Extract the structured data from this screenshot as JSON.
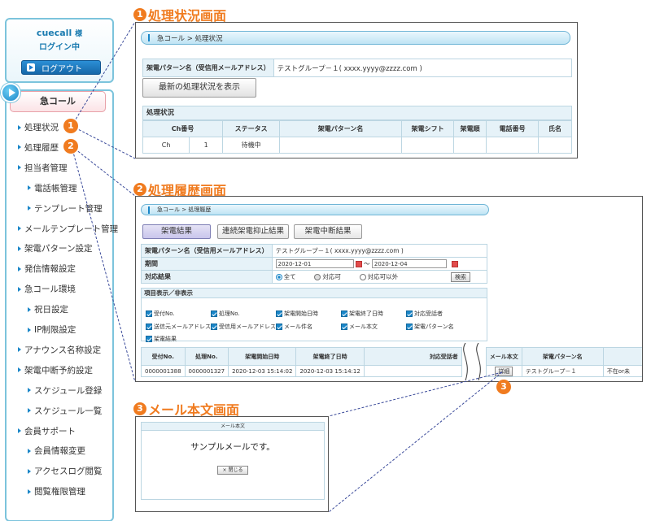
{
  "sidebar": {
    "user_name": "cuecall",
    "user_suffix": "様",
    "login_status": "ログイン中",
    "logout_label": "ログアウト",
    "menu_header": "急コール",
    "items": [
      {
        "label": "処理状況",
        "level": 0
      },
      {
        "label": "処理履歴",
        "level": 0
      },
      {
        "label": "担当者管理",
        "level": 0
      },
      {
        "label": "電話帳管理",
        "level": 1
      },
      {
        "label": "テンプレート管理",
        "level": 1
      },
      {
        "label": "メールテンプレート管理",
        "level": 0
      },
      {
        "label": "架電パターン設定",
        "level": 0
      },
      {
        "label": "発信情報設定",
        "level": 0
      },
      {
        "label": "急コール環境",
        "level": 0
      },
      {
        "label": "祝日設定",
        "level": 1
      },
      {
        "label": "IP制限設定",
        "level": 1
      },
      {
        "label": "アナウンス名称設定",
        "level": 0
      },
      {
        "label": "架電中断予約設定",
        "level": 0
      },
      {
        "label": "スケジュール登録",
        "level": 1
      },
      {
        "label": "スケジュール一覧",
        "level": 1
      },
      {
        "label": "会員サポート",
        "level": 0
      },
      {
        "label": "会員情報変更",
        "level": 1
      },
      {
        "label": "アクセスログ閲覧",
        "level": 1
      },
      {
        "label": "閲覧権限管理",
        "level": 1
      }
    ]
  },
  "badges": {
    "b1": "1",
    "b2": "2",
    "b3": "3"
  },
  "sections": {
    "s1": {
      "num": "1",
      "title": "処理状況画面"
    },
    "s2": {
      "num": "2",
      "title": "処理履歴画面"
    },
    "s3": {
      "num": "3",
      "title": "メール本文画面"
    }
  },
  "screen1": {
    "breadcrumb": "急コール > 処理状況",
    "pattern_label": "架電パターン名（受信用メールアドレス）",
    "pattern_value": "テストグループ－１( xxxx.yyyy@zzzz.com )",
    "refresh_button": "最新の処理状況を表示",
    "status_section": "処理状況",
    "columns": [
      "Ch番号",
      "ステータス",
      "架電パターン名",
      "架電シフト",
      "架電順",
      "電話番号",
      "氏名"
    ],
    "row": {
      "ch": "Ch",
      "num": "1",
      "status": "待機中"
    }
  },
  "screen2": {
    "breadcrumb": "急コール > 処理履歴",
    "tabs": [
      "架電結果",
      "連続架電抑止結果",
      "架電中断結果"
    ],
    "pattern_label": "架電パターン名（受信用メールアドレス）",
    "pattern_value": "テストグループ－１( xxxx.yyyy@zzzz.com )",
    "period_label": "期間",
    "date_from": "2020-12-01",
    "date_sep": "～",
    "date_to": "2020-12-04",
    "result_label": "対応結果",
    "radio_all": "全て",
    "radio_done": "対応可",
    "radio_other": "対応可以外",
    "search_button": "検索",
    "items_header": "項目表示／非表示",
    "checkboxes": [
      "受付No.",
      "処理No.",
      "架電開始日時",
      "架電終了日時",
      "対応受話者",
      "送信元メールアドレス",
      "受信用メールアドレス",
      "メール件名",
      "メール本文",
      "架電パターン名",
      "架電結果"
    ],
    "columns": [
      "受付No.",
      "処理No.",
      "架電開始日時",
      "架電終了日時",
      "対応受話者",
      "メール本文",
      "架電パターン名"
    ],
    "row": {
      "reception_no": "0000001388",
      "process_no": "0000001327",
      "start": "2020-12-03 15:14:02",
      "end": "2020-12-03 15:14:12",
      "detail_button": "詳細",
      "pattern": "テストグループ－１",
      "tail": "不在or未"
    }
  },
  "screen3": {
    "title": "メール本文",
    "body": "サンプルメールです。",
    "close_button": "閉じる"
  },
  "colors": {
    "accent_orange": "#f07b1f",
    "accent_blue": "#1a86c8"
  }
}
